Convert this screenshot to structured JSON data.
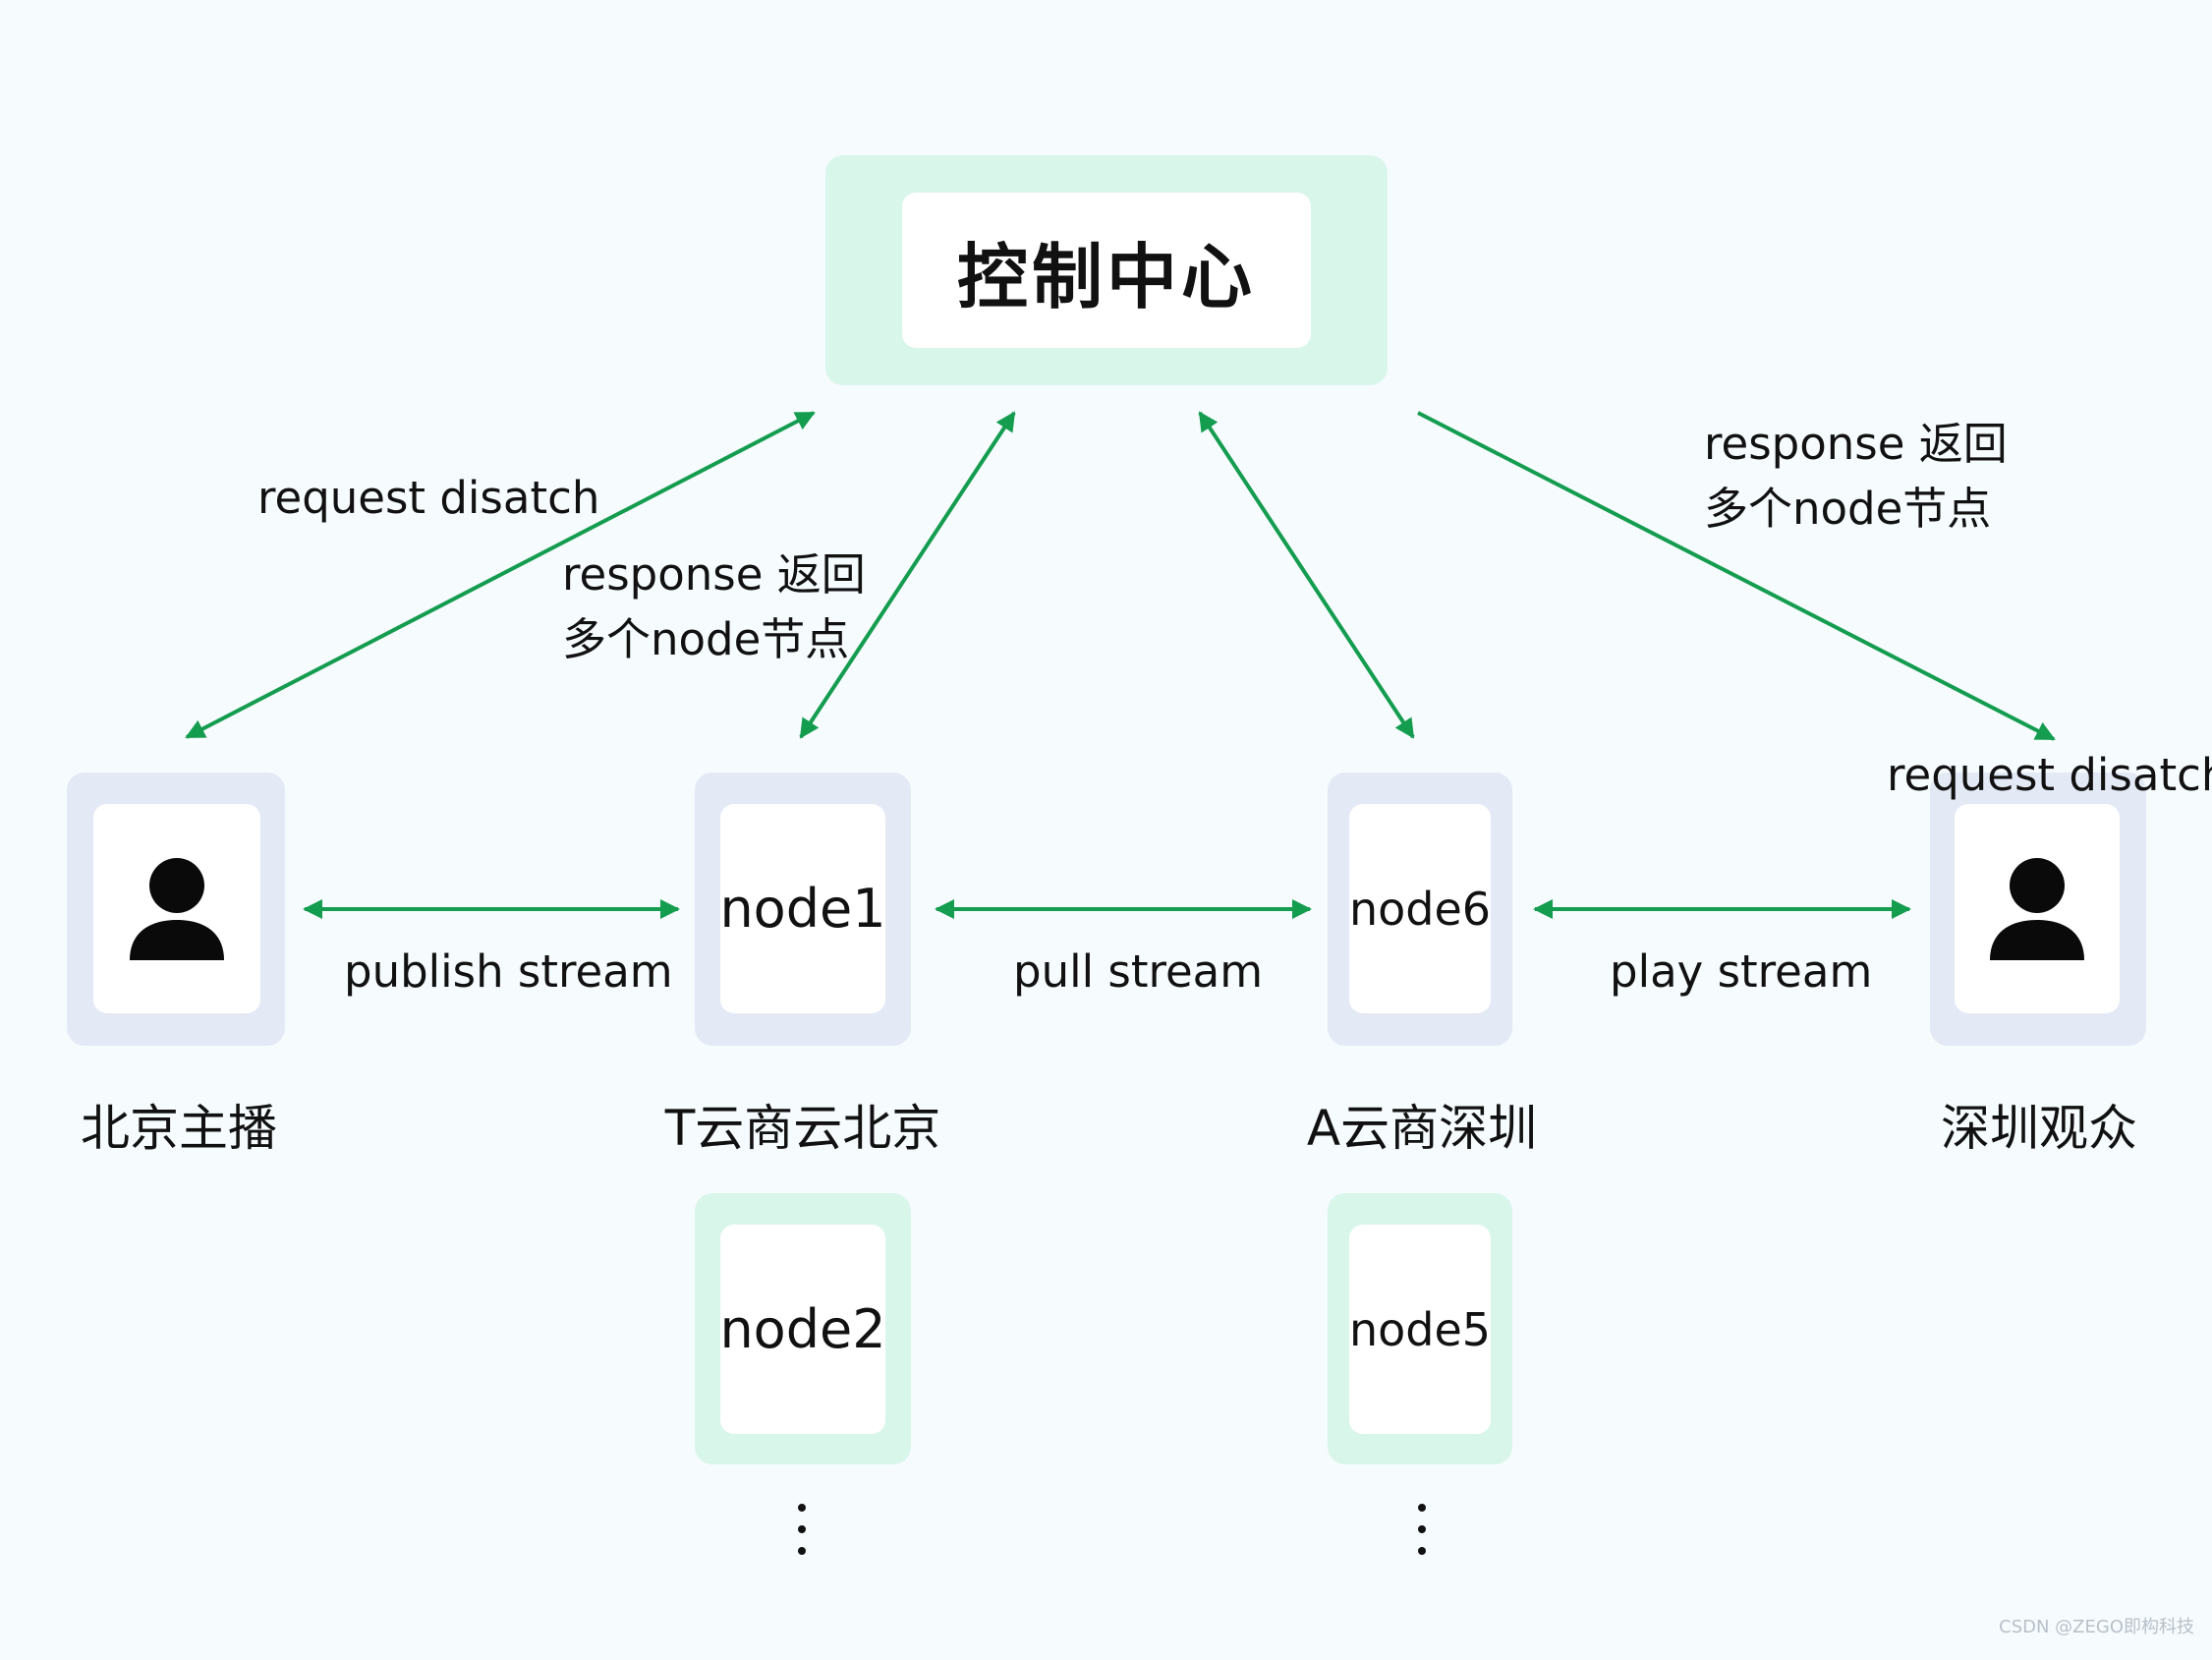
{
  "diagram": {
    "control_center": "控制中心",
    "nodes": {
      "node1": "node1",
      "node2": "node2",
      "node5": "node5",
      "node6": "node6"
    },
    "captions": {
      "publisher": "北京主播",
      "t_cloud": "T云商云北京",
      "a_cloud": "A云商深圳",
      "viewer": "深圳观众"
    },
    "labels": {
      "left_request": "request disatch",
      "left_response_line1": "response 返回",
      "left_response_line2": "多个node节点",
      "right_response_line1": "response 返回",
      "right_response_line2": "多个node节点",
      "right_request": "request disatch",
      "publish": "publish stream",
      "pull": "pull stream",
      "play": "play stream"
    },
    "watermark": "CSDN @ZEGO即构科技"
  },
  "colors": {
    "background": "#f6fbfe",
    "arrow_green": "#149c4f",
    "blue_frame": "#e3e9f5",
    "green_frame": "#d9f6ea",
    "person_icon": "#0a0a0a"
  },
  "icons": {
    "publisher": "person-icon",
    "viewer": "person-icon",
    "ellipsis": "vertical-ellipsis-icon"
  }
}
